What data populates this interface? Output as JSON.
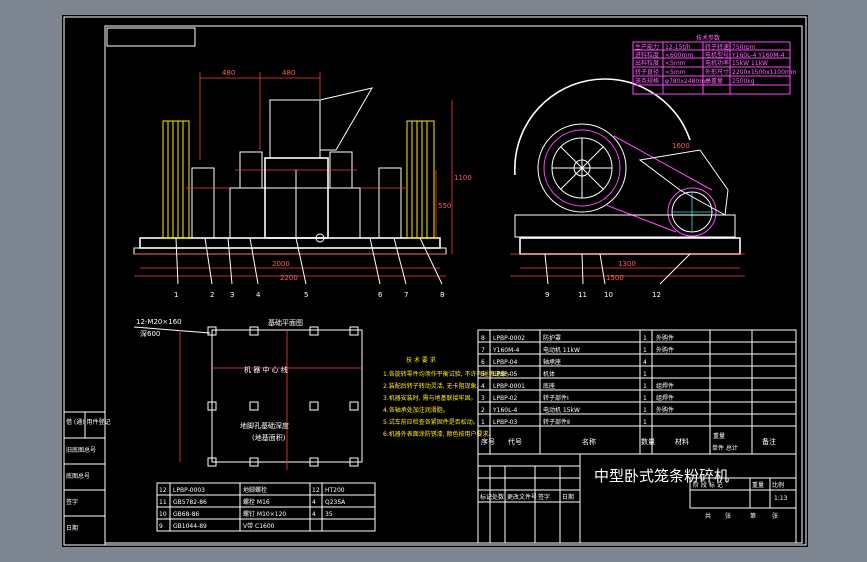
{
  "title": "中型卧式笼条粉碎机",
  "title_block": {
    "scale": "1:13",
    "revision_labels": [
      "标记",
      "处数",
      "更改文件号",
      "签字",
      "日期"
    ],
    "stage_labels": [
      "阶 段 标 记",
      "重量",
      "比例"
    ],
    "page_labels": [
      "共",
      "张",
      "第",
      "张"
    ]
  },
  "left_strip": [
    "借 (通) 用件登记",
    "旧底图总号",
    "底图总号",
    "签字",
    "日期"
  ],
  "tech_params": {
    "header": "技术参数",
    "rows": [
      [
        "生产能力",
        "12-15t/h",
        "转子转速",
        "750rpm"
      ],
      [
        "进料粒度",
        "<600mm",
        "电机型号",
        "Y160L-4 Y160M-4"
      ],
      [
        "出料粒度",
        "<5mm",
        "电机功率",
        "15kW 11kW"
      ],
      [
        "转子直径",
        "<5mm",
        "外形尺寸",
        "2200x1500x1100mm"
      ],
      [
        "笼条规格",
        "φ780x2480mm",
        "总重量",
        "2500kg"
      ]
    ]
  },
  "tech_requirements": {
    "title": "技 术 要 求",
    "lines": [
      "1.各旋转零件均须作平衡试验, 不许有碰擦现象。",
      "2.装配后转子转动灵活, 无卡阻现象。",
      "3.机器安装时, 需与地基联接牢固。",
      "4.各轴承处加注润滑脂。",
      "5.试车前应检查各紧固件是否松动。",
      "6.机器外表面涂防锈漆, 颜色按用户要求。"
    ]
  },
  "foundation": {
    "title": "基础平面图",
    "bolt_note": "12-M20×160",
    "depth": "深600",
    "center_text": "机 器 中 心 线",
    "pit_text": "地脚孔基础深度",
    "pit_sub": "(地基面积)"
  },
  "bom_upper": {
    "rows": [
      [
        "8",
        "LPBP-0002",
        "防护罩",
        "1",
        "",
        "",
        "外购件"
      ],
      [
        "7",
        "Y160M-4",
        "电动机 11kW",
        "1",
        "",
        "",
        "外购件"
      ],
      [
        "6",
        "LPBP-04",
        "轴承座",
        "4",
        "",
        "",
        ""
      ],
      [
        "5",
        "LPBP-05",
        "机体",
        "1",
        "",
        "",
        ""
      ],
      [
        "4",
        "LPBP-0001",
        "底座",
        "1",
        "",
        "",
        "组焊件"
      ],
      [
        "3",
        "LPBP-02",
        "转子部件Ⅰ",
        "1",
        "",
        "",
        "组焊件"
      ],
      [
        "2",
        "Y160L-4",
        "电动机 15kW",
        "1",
        "",
        "",
        "外购件"
      ],
      [
        "1",
        "LPBP-03",
        "转子部件Ⅱ",
        "1",
        "",
        "",
        ""
      ]
    ],
    "header": [
      "序号",
      "代号",
      "名称",
      "数量",
      "材料",
      "单件 总计",
      "备注"
    ],
    "weight_header": "重量"
  },
  "bom_lower": {
    "rows": [
      [
        "12",
        "LPBP-0003",
        "地脚螺栓",
        "12",
        "HT200"
      ],
      [
        "11",
        "GB5782-86",
        "螺栓 M16",
        "4",
        "Q235A"
      ],
      [
        "10",
        "GB68-86",
        "螺钉 M10×120",
        "4",
        "35"
      ],
      [
        "9",
        "GB1044-89",
        "V带 C1600",
        "",
        ""
      ]
    ]
  },
  "front_view": {
    "labels": [
      "1",
      "2",
      "3",
      "4",
      "5",
      "6",
      "7",
      "8"
    ],
    "dims": {
      "d1": "480",
      "d2": "480",
      "d3": "2000",
      "d4": "2200",
      "h1": "1100",
      "h2": "550"
    }
  },
  "side_view": {
    "labels": [
      "9",
      "11",
      "10",
      "12"
    ],
    "dims": {
      "w1": "1500",
      "w2": "1300",
      "belt": "1600"
    }
  },
  "colors": {
    "background": "#000000",
    "cad_frame": "#7d8690",
    "primary": "#ffffff",
    "accent_red": "#ff3b3b",
    "accent_yellow": "#ffe600",
    "accent_magenta": "#ff44ff"
  }
}
